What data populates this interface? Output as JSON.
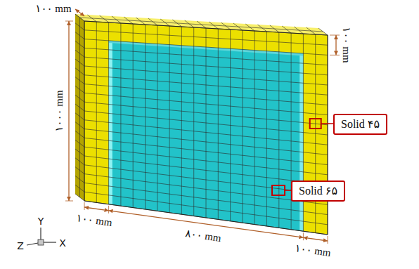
{
  "diagram": {
    "nodes": [
      {
        "text": [
          "Solid ۴۵"
        ]
      },
      {
        "text": [
          "Solid ۶۵"
        ]
      }
    ],
    "labels": [
      "۱۰۰ mm",
      "۱۰۰۰ mm",
      "۱۰۰ mm",
      "۱۰۰ mm",
      "۸۰۰ mm",
      "۱۰۰ mm",
      "Y",
      "Z",
      "X"
    ]
  }
}
